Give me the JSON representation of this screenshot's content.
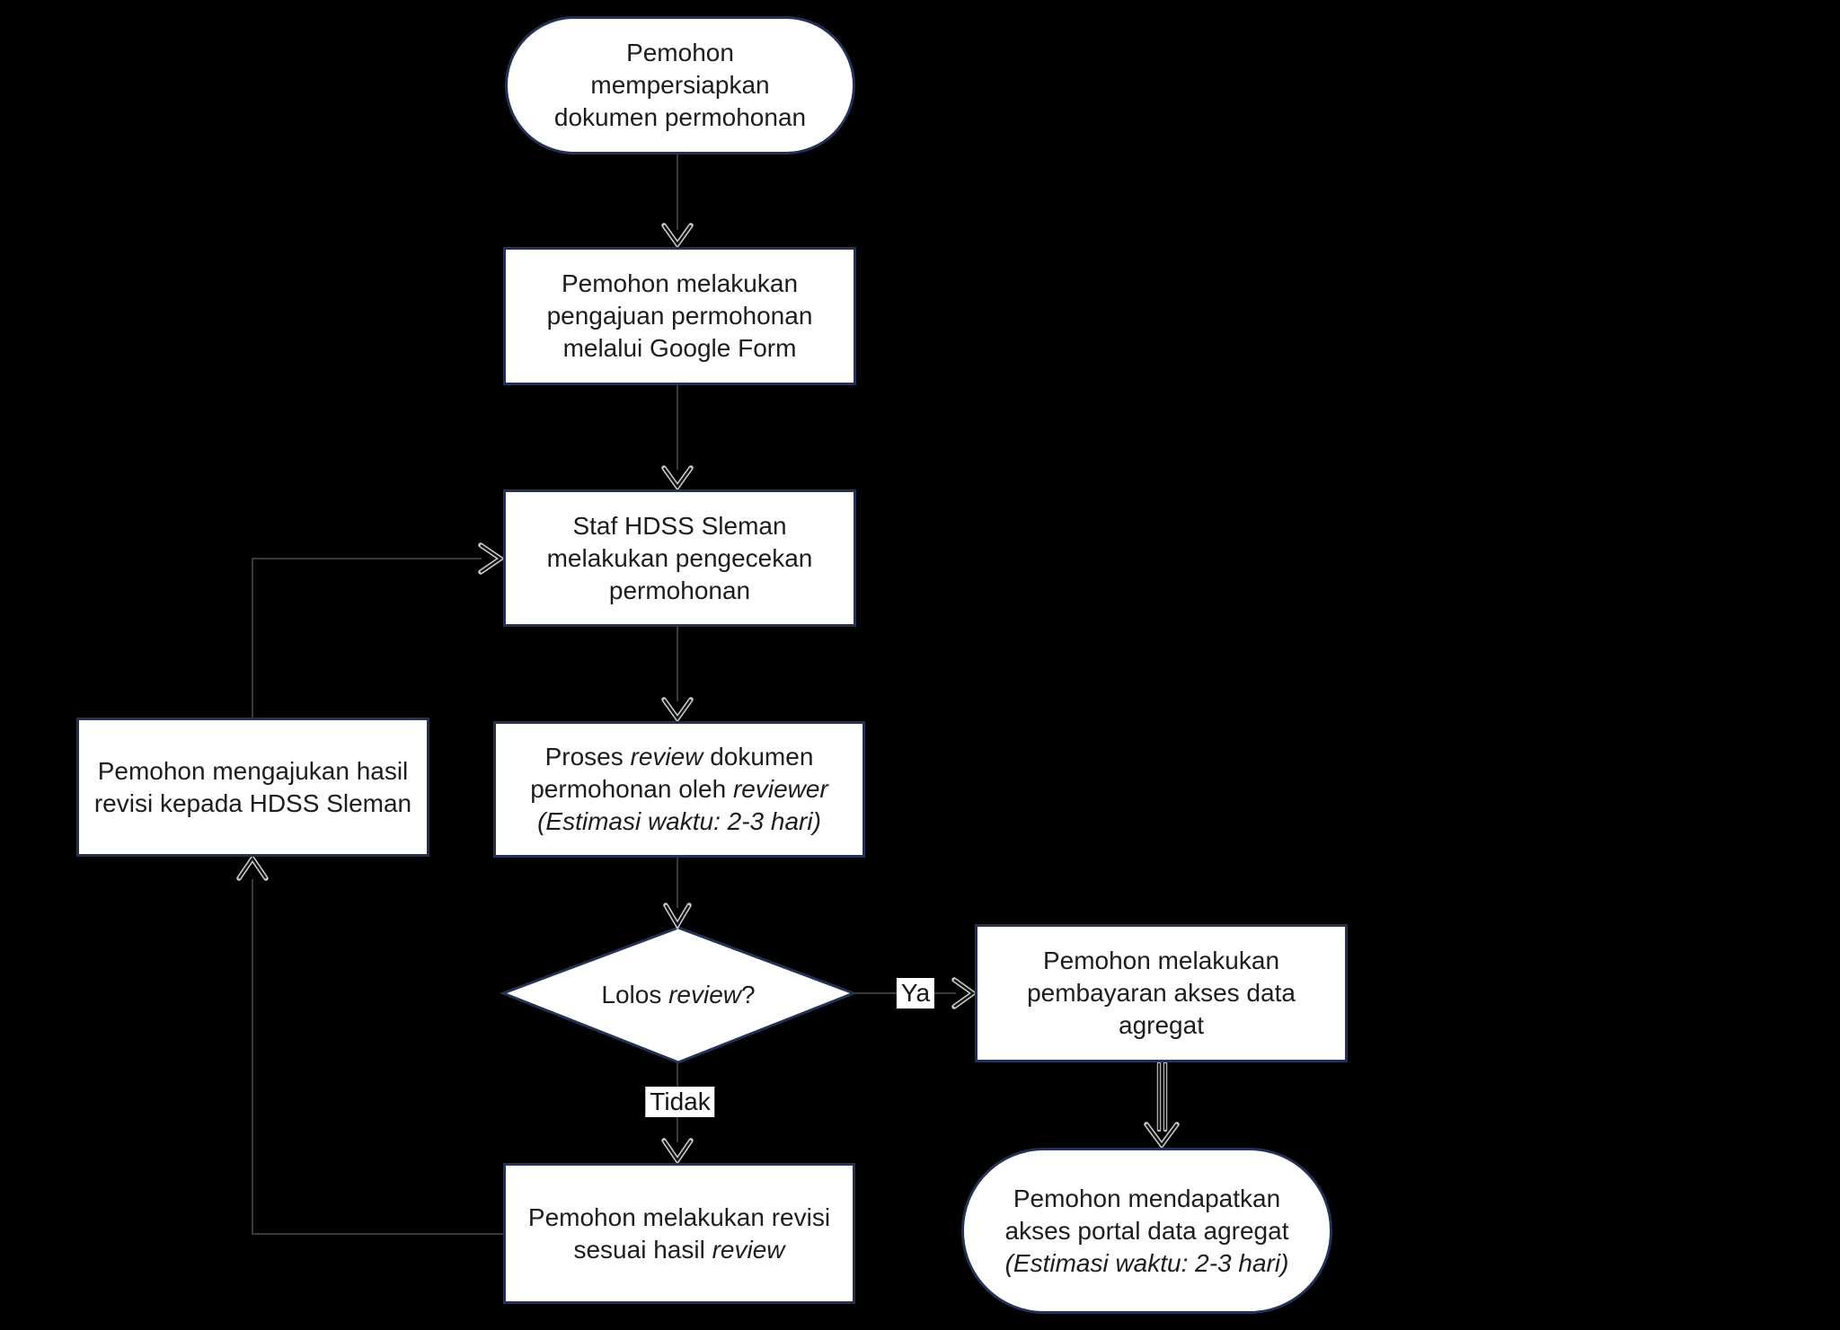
{
  "colors": {
    "background": "#000000",
    "node_fill": "#ffffff",
    "node_border": "#243155",
    "text": "#1d1d1d",
    "connector": "#3a3a3a",
    "arrowhead": "#141414",
    "edge_label_bg": "#ffffff"
  },
  "nodes": {
    "start": {
      "line1": "Pemohon",
      "line2": "mempersiapkan",
      "line3": "dokumen permohonan"
    },
    "pengajuan": {
      "line1": "Pemohon melakukan",
      "line2": "pengajuan permohonan",
      "line3": "melalui Google Form"
    },
    "pengecekan": {
      "line1": "Staf HDSS Sleman",
      "line2": "melakukan pengecekan",
      "line3": "permohonan"
    },
    "review": {
      "l1a": "Proses ",
      "l1b": "review",
      "l1c": " dokumen",
      "l2a": "permohonan oleh ",
      "l2b": "reviewer",
      "l3": "(Estimasi waktu: 2-3 hari)"
    },
    "decision": {
      "l1a": "Lolos ",
      "l1b": "review",
      "l1c": "?"
    },
    "pembayaran": {
      "line1": "Pemohon melakukan",
      "line2": "pembayaran akses data",
      "line3": "agregat"
    },
    "akses": {
      "line1": "Pemohon mendapatkan",
      "line2": "akses portal data agregat",
      "line3": "(Estimasi waktu: 2-3 hari)"
    },
    "revisi": {
      "l1": "Pemohon melakukan revisi",
      "l2a": "sesuai hasil ",
      "l2b": "review"
    },
    "kiri": {
      "line1": "Pemohon mengajukan hasil",
      "line2": "revisi kepada HDSS Sleman"
    }
  },
  "edge_labels": {
    "yes": "Ya",
    "no": "Tidak"
  }
}
